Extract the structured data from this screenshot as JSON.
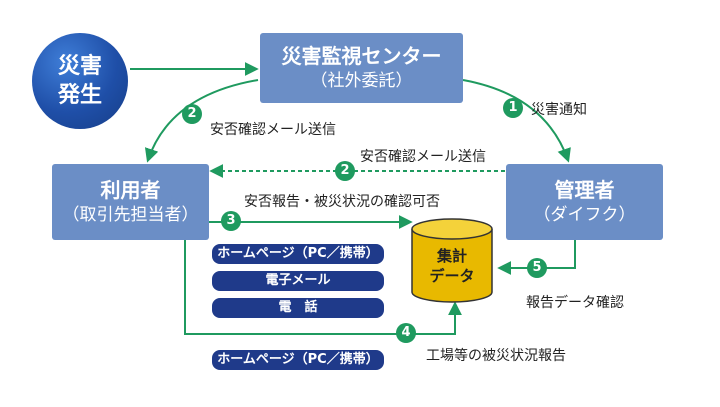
{
  "disaster": {
    "line1": "災害",
    "line2": "発生"
  },
  "center": {
    "title": "災害監視センター",
    "subtitle": "（社外委託）"
  },
  "user": {
    "title": "利用者",
    "subtitle": "（取引先担当者）"
  },
  "manager": {
    "title": "管理者",
    "subtitle": "（ダイフク）"
  },
  "database": {
    "line1": "集計",
    "line2": "データ"
  },
  "channels": {
    "c1": "ホームページ（PC／携帯）",
    "c2": "電子メール",
    "c3": "電　話",
    "c4": "ホームページ（PC／携帯）"
  },
  "steps": [
    {
      "num": "1",
      "label": "災害通知"
    },
    {
      "num": "2",
      "label": "安否確認メール送信"
    },
    {
      "num": "2",
      "label": "安否確認メール送信"
    },
    {
      "num": "3",
      "label": "安否報告・被災状況の確認可否"
    },
    {
      "num": "4",
      "label": "工場等の被災状況報告"
    },
    {
      "num": "5",
      "label": "報告データ確認"
    }
  ],
  "colors": {
    "box": "#6b8ec6",
    "arrow": "#1f9a5f",
    "pill": "#1f3a8a",
    "disaster": "#1f4fa8",
    "database": "#e6b400"
  }
}
